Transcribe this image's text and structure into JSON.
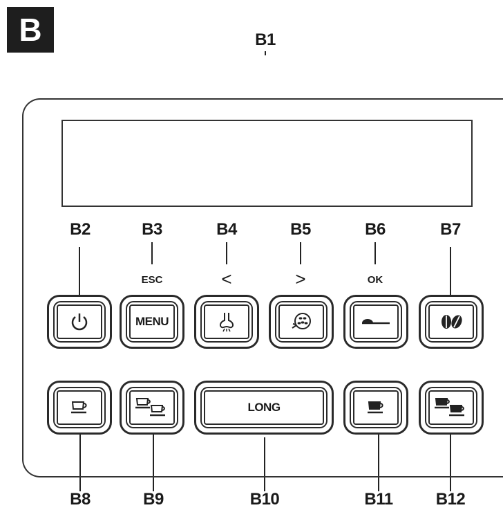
{
  "section_tag": "B",
  "labels": {
    "b1": "B1",
    "b2": "B2",
    "b3": "B3",
    "b4": "B4",
    "b5": "B5",
    "b6": "B6",
    "b7": "B7",
    "b8": "B8",
    "b9": "B9",
    "b10": "B10",
    "b11": "B11",
    "b12": "B12"
  },
  "sublabels": {
    "b3": "ESC",
    "b4": "<",
    "b5": ">",
    "b6": "OK"
  },
  "buttons": {
    "b2": {
      "icon": "power-icon"
    },
    "b3": {
      "text": "MENU"
    },
    "b4": {
      "icon": "steam-nozzle-icon"
    },
    "b5": {
      "icon": "ground-coffee-icon"
    },
    "b6": {
      "icon": "spoon-icon"
    },
    "b7": {
      "icon": "coffee-beans-icon"
    },
    "b8": {
      "icon": "single-cup-icon"
    },
    "b9": {
      "icon": "two-cups-icon"
    },
    "b10": {
      "text": "LONG"
    },
    "b11": {
      "icon": "full-cup-icon"
    },
    "b12": {
      "icon": "two-full-cups-icon"
    }
  }
}
